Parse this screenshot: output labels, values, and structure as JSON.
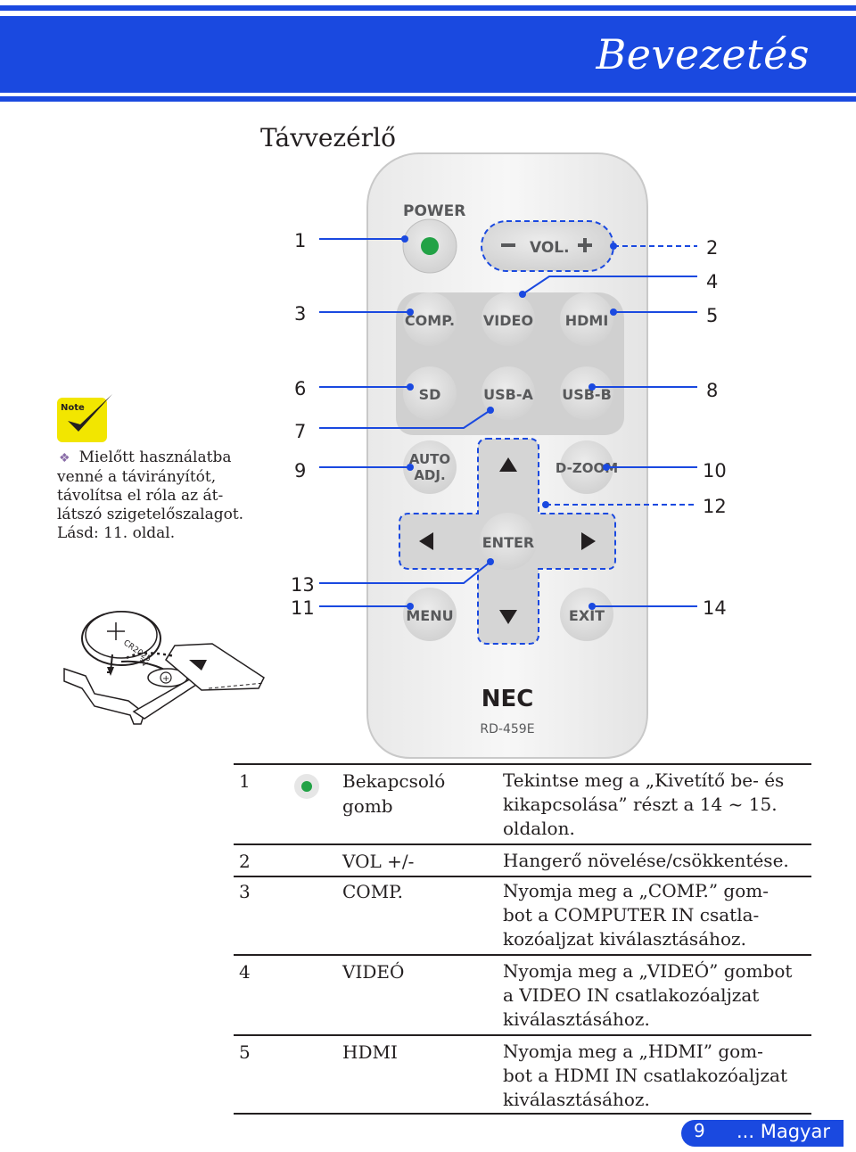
{
  "header": {
    "title": "Bevezetés",
    "color": "#1a49e0"
  },
  "section_title": "Távvezérlő",
  "note": {
    "badge": "Note",
    "text": "Mielőtt használatba venné a távirányítót, távolítsa el róla az átlátszó szigetelőszalagot. Lásd: 11. oldal.",
    "line1": "Mielőtt használatba",
    "line2": "venné a távirányítót,",
    "line3": "távolítsa el róla az át-",
    "line4": "látszó szigetelőszalagot.",
    "line5": "Lásd: 11. oldal.",
    "battery_label": "CR2025",
    "battery_volt": "3V"
  },
  "remote": {
    "buttons": {
      "power": "POWER",
      "vol": "VOL.",
      "comp": "COMP.",
      "video": "VIDEO",
      "hdmi": "HDMI",
      "sd": "SD",
      "usba": "USB-A",
      "usbb": "USB-B",
      "auto1": "AUTO",
      "auto2": "ADJ.",
      "dzoom": "D-ZOOM",
      "enter": "ENTER",
      "menu": "MENU",
      "exit": "EXIT"
    },
    "brand": "NEC",
    "model": "RD-459E",
    "callouts_left": [
      "1",
      "3",
      "6",
      "7",
      "9",
      "13",
      "11"
    ],
    "callouts_right": [
      "2",
      "4",
      "5",
      "8",
      "10",
      "12",
      "14"
    ]
  },
  "functions": [
    {
      "num": "1",
      "name1": "Bekapcsoló",
      "name2": "gomb",
      "desc1": "Tekintse meg a „Kivetítő be- és",
      "desc2": "kikapcsolása” részt a 14 ~ 15.",
      "desc3": "oldalon."
    },
    {
      "num": "2",
      "name1": "VOL +/-",
      "desc1": "Hangerő növelése/csökkentése."
    },
    {
      "num": "3",
      "name1": "COMP.",
      "desc1": "Nyomja meg a „COMP.” gom-",
      "desc2": "bot a COMPUTER IN csatla-",
      "desc3": "kozóaljzat kiválasztásához."
    },
    {
      "num": "4",
      "name1": "VIDEÓ",
      "desc1": "Nyomja meg a „VIDEÓ” gombot",
      "desc2": "a VIDEO IN csatlakozóaljzat",
      "desc3": "kiválasztásához."
    },
    {
      "num": "5",
      "name1": "HDMI",
      "desc1": "Nyomja meg a „HDMI” gom-",
      "desc2": "bot a HDMI IN csatlakozóaljzat",
      "desc3": "kiválasztásához."
    }
  ],
  "footer": {
    "page": "9",
    "language": "... Magyar"
  }
}
